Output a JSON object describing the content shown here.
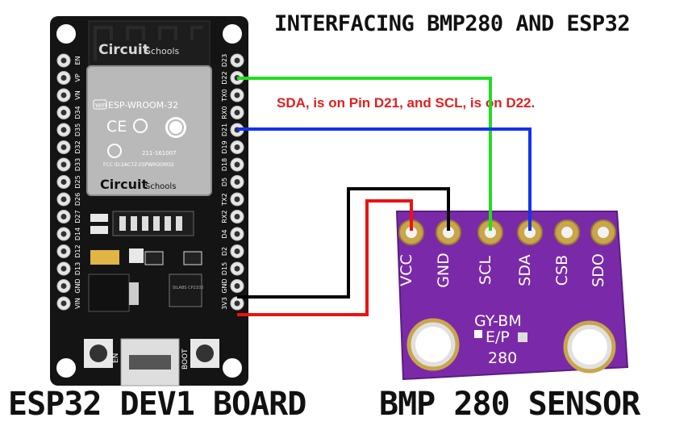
{
  "title": "INTERFACING BMP280 AND ESP32",
  "note": "SDA, is on Pin D21, and SCL, is on D22.",
  "esp32": {
    "caption": "ESP32 DEV1 BOARD",
    "brand": "Circuit",
    "brand_sub": "Schools",
    "module_name": "ESP-WROOM-32",
    "wifi": "WiFi",
    "ce": "CE",
    "fcc_id": "FCC ID:2AC7Z-ESPWROOM32",
    "cert_number": "211-161007",
    "button_en": "EN",
    "button_boot": "BOOT",
    "chip_text": "SILABS CP2102",
    "right_pins": [
      "D23",
      "D22",
      "TX0",
      "RX0",
      "D21",
      "D19",
      "D18",
      "D5",
      "TX2",
      "RX2",
      "D4",
      "D2",
      "D15",
      "GND",
      "3V3"
    ],
    "left_pins": [
      "EN",
      "VP",
      "VN",
      "D34",
      "D35",
      "D32",
      "D33",
      "D25",
      "D26",
      "D27",
      "D14",
      "D12",
      "D13",
      "GND",
      "VIN"
    ]
  },
  "bmp280": {
    "caption": "BMP 280 SENSOR",
    "pins": [
      "VCC",
      "GND",
      "SCL",
      "SDA",
      "CSB",
      "SDO"
    ],
    "label_line1": "GY-BM",
    "label_line2": "E/P",
    "label_line3": "280"
  },
  "wires": [
    {
      "from": "D22",
      "to": "SCL",
      "color": "#22dd22"
    },
    {
      "from": "D21",
      "to": "SDA",
      "color": "#1133ee"
    },
    {
      "from": "GND",
      "to": "GND",
      "color": "#000000"
    },
    {
      "from": "3V3",
      "to": "VCC",
      "color": "#ee1111"
    }
  ]
}
